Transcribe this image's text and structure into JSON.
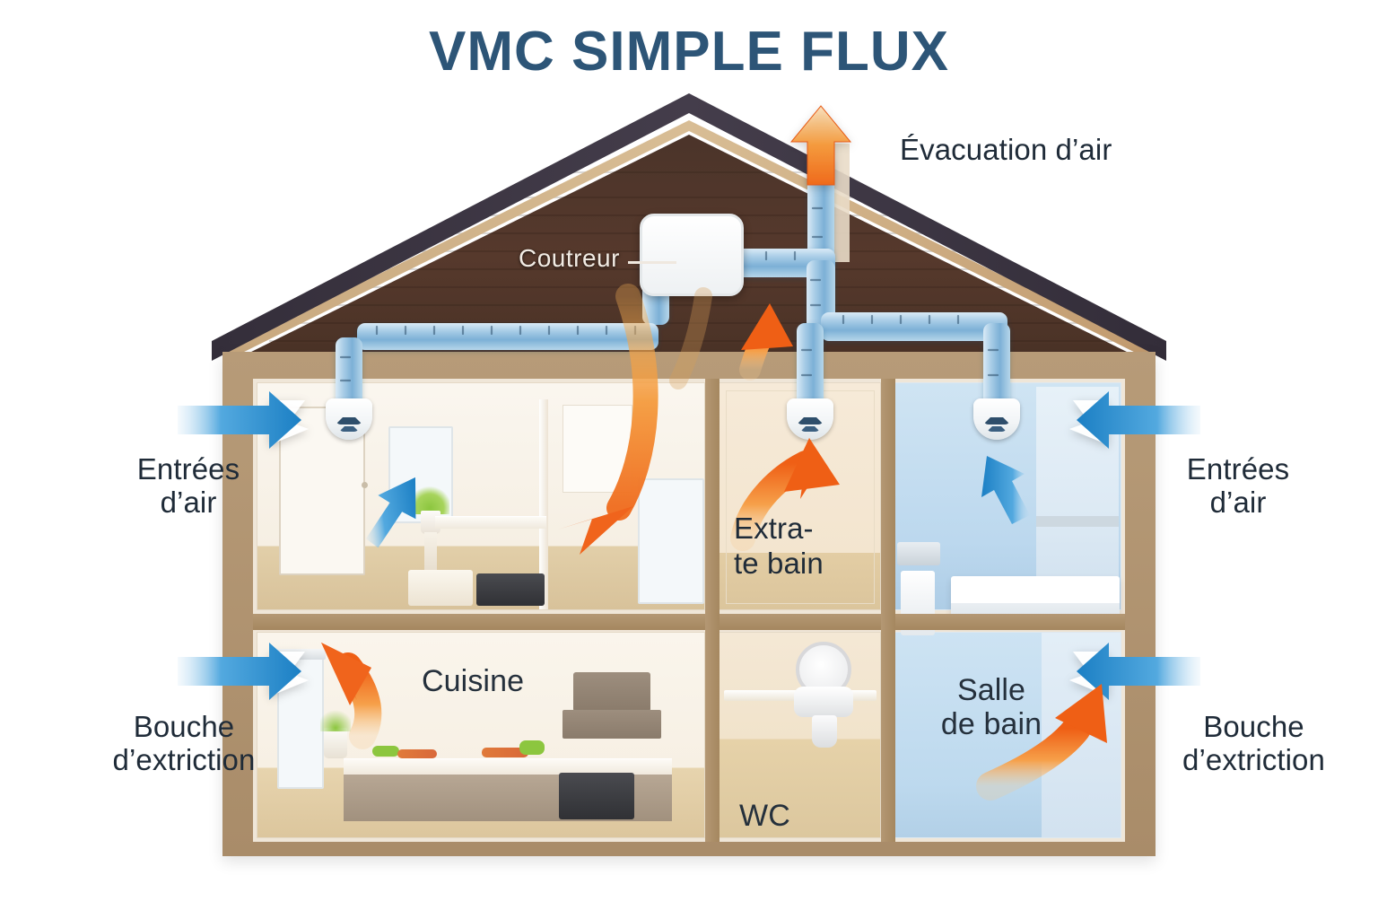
{
  "page": {
    "title": "VMC SIMPLE FLUX",
    "title_color": "#2d5577",
    "background": "#ffffff"
  },
  "labels": {
    "evacuation": "Évacuation d’air",
    "caisson": "Coutreur",
    "entrees_air_left": "Entrées\nd’air",
    "entrees_air_right": "Entrées\nd’air",
    "bouche_extraction_left": "Bouche\nd’extriction",
    "bouche_extraction_right": "Bouche\nd’extriction",
    "extraction_bain": "Extra-\nte bain"
  },
  "rooms": {
    "living": "",
    "kitchen": "Cuisine",
    "wc": "WC",
    "bathroom": "Salle\nde bain"
  },
  "colors": {
    "title": "#2d5577",
    "label_text": "#1f2b38",
    "duct_blue": "#9dc4e0",
    "inlet_arrow_blue": "#2f8fd0",
    "extract_arrow_orange": "#f26522",
    "extract_arrow_warm": "#f0a23c",
    "roof_dark": "#3a3340",
    "roof_fascia": "#c9a97f",
    "gable_wall": "#55392c",
    "house_wall": "#b79b78",
    "bathroom_tile": "#bcd8ee",
    "vent_white": "#ffffff"
  },
  "diagram": {
    "type": "single-flow mechanical ventilation (VMC simple flux) house cutaway",
    "airflow": [
      {
        "from": "exterior",
        "to": "living room",
        "kind": "air inlet",
        "color": "blue"
      },
      {
        "from": "exterior",
        "to": "bathroom",
        "kind": "air inlet",
        "color": "blue"
      },
      {
        "from": "exterior",
        "to": "kitchen",
        "kind": "air inlet",
        "color": "blue"
      },
      {
        "from": "kitchen",
        "to": "extraction vent",
        "kind": "stale air extraction",
        "color": "orange"
      },
      {
        "from": "bathroom",
        "to": "extraction vent",
        "kind": "stale air extraction",
        "color": "orange"
      },
      {
        "from": "wc",
        "to": "extraction vent",
        "kind": "stale air extraction",
        "color": "orange"
      },
      {
        "from": "VMC unit",
        "to": "roof outlet",
        "kind": "air evacuation",
        "color": "orange"
      }
    ],
    "components": [
      "caisson VMC",
      "gaines / ducts",
      "bouches d’extraction",
      "entrées d’air",
      "sortie de toiture"
    ]
  }
}
